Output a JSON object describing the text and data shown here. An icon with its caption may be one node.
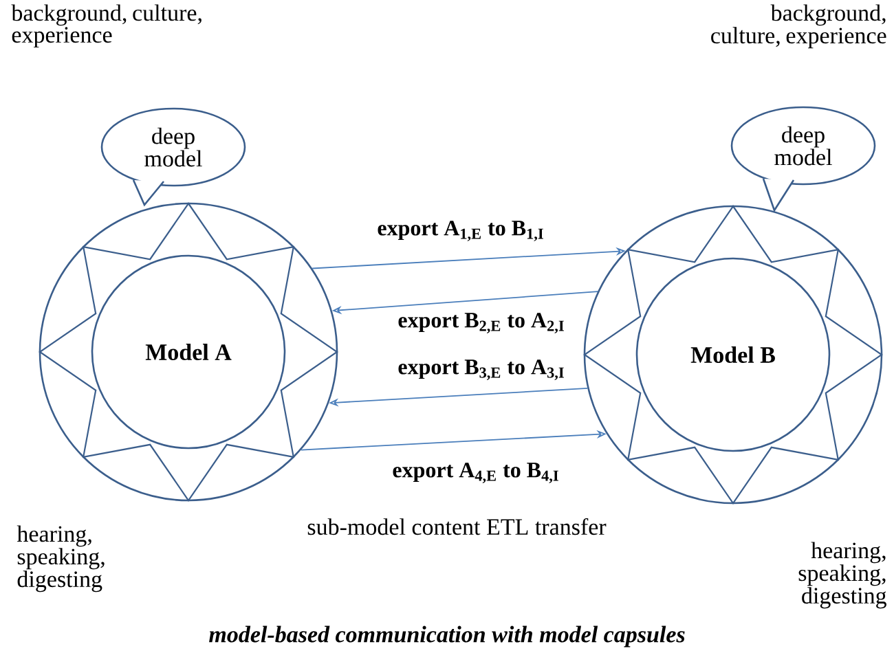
{
  "diagram": {
    "caption": "model-based communication with model capsules",
    "nodes": [
      {
        "text": [],
        "shape": "circle"
      },
      {
        "text": [
          "Model A"
        ],
        "in": 0
      },
      {
        "text": [
          "deep model"
        ]
      },
      {
        "text": [],
        "shape": "circle"
      },
      {
        "text": [
          "Model B"
        ],
        "in": 3
      },
      {
        "text": [
          "deep model"
        ]
      }
    ],
    "edges": [
      {
        "from": 0,
        "to": 3,
        "arrow": "to",
        "label": "export A$_{1,E}$ to B$_{1,I}$"
      },
      {
        "from": 3,
        "to": 0,
        "arrow": "to",
        "label": "export B$_{2,E}$ to A$_{2,I}$"
      },
      {
        "from": 3,
        "to": 0,
        "arrow": "to",
        "label": "export B$_{3,E}$ to A$_{3,I}$"
      },
      {
        "from": 0,
        "to": 3,
        "arrow": "to",
        "label": "export A$_{4,E}$ to B$_{4,I}$"
      }
    ],
    "labels": [
      "background, culture, experience",
      "background, culture, experience",
      "hearing, speaking, digesting",
      "sub-model content ETL transfer",
      "hearing, speaking, digesting"
    ]
  }
}
